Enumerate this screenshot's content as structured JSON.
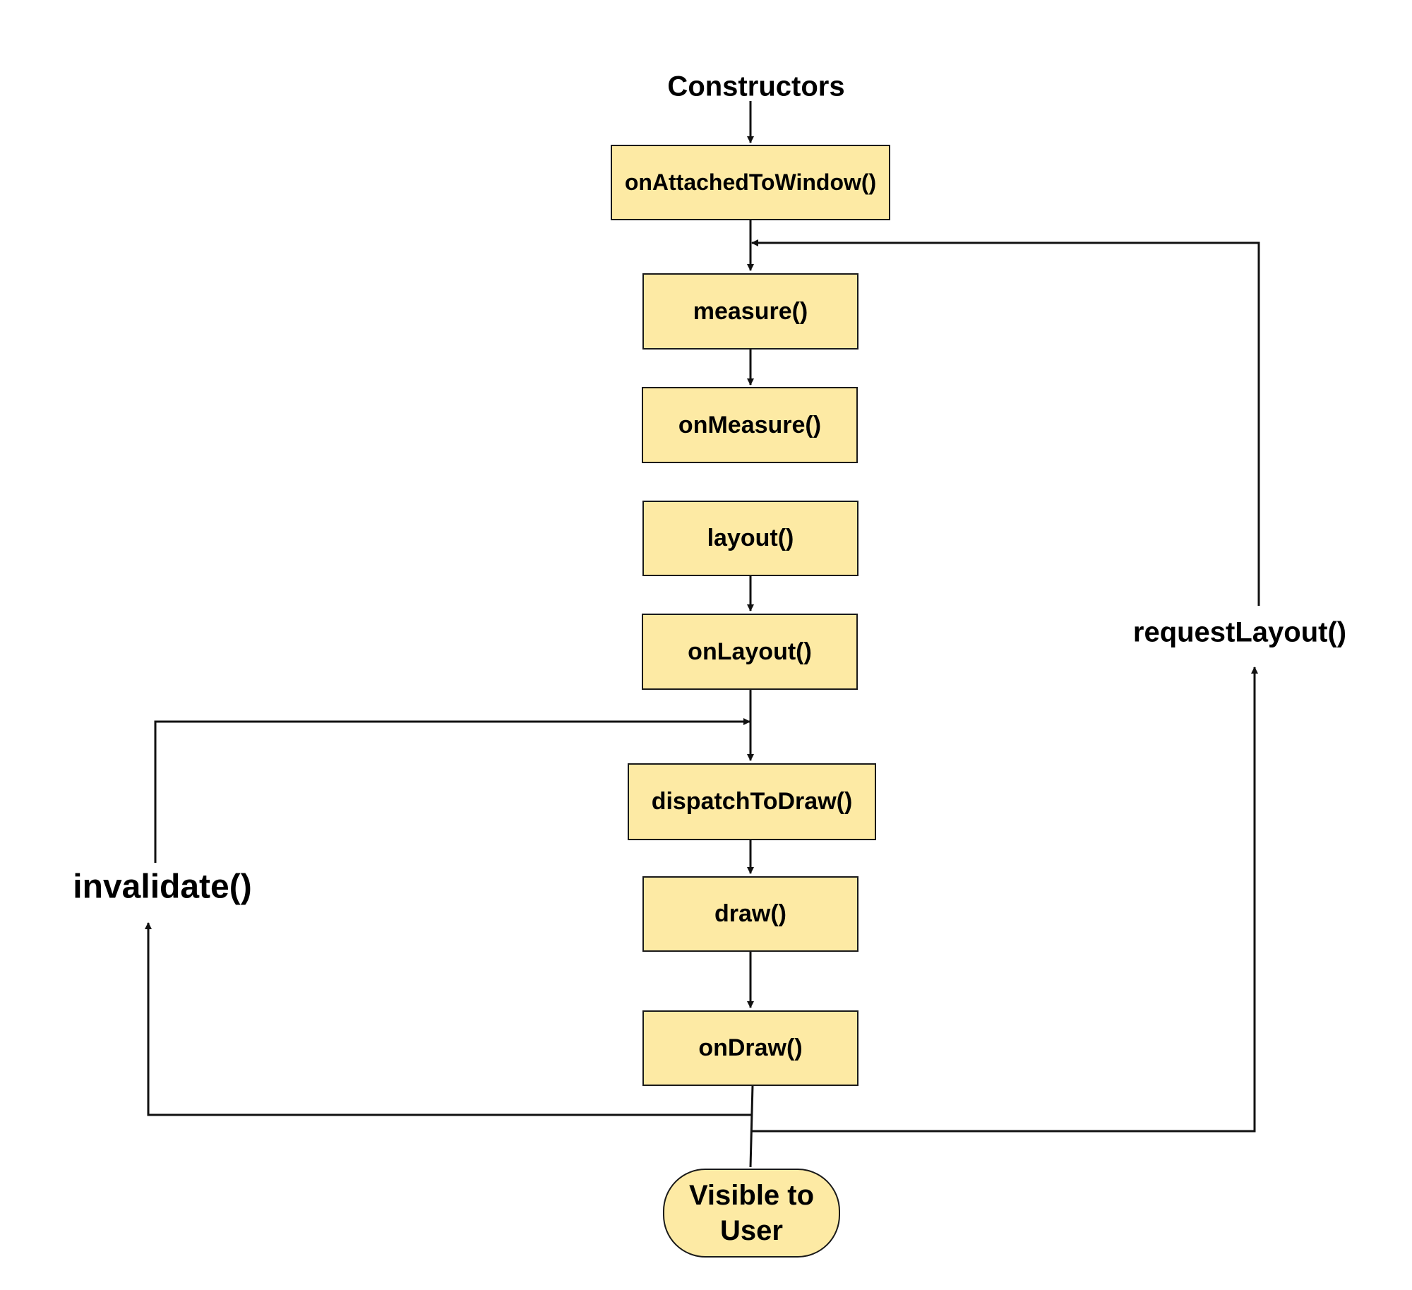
{
  "diagram": {
    "start_label": "Constructors",
    "nodes": {
      "on_attached_to_window": "onAttachedToWindow()",
      "measure": "measure()",
      "on_measure": "onMeasure()",
      "layout": "layout()",
      "on_layout": "onLayout()",
      "dispatch_to_draw": "dispatchToDraw()",
      "draw": "draw()",
      "on_draw": "onDraw()"
    },
    "end": {
      "line1": "Visible to",
      "line2": "User"
    },
    "loops": {
      "request_layout": "requestLayout()",
      "invalidate": "invalidate()"
    },
    "colors": {
      "node_fill": "#fdeaa4",
      "node_border": "#1a1a1a",
      "edge": "#111111"
    }
  }
}
